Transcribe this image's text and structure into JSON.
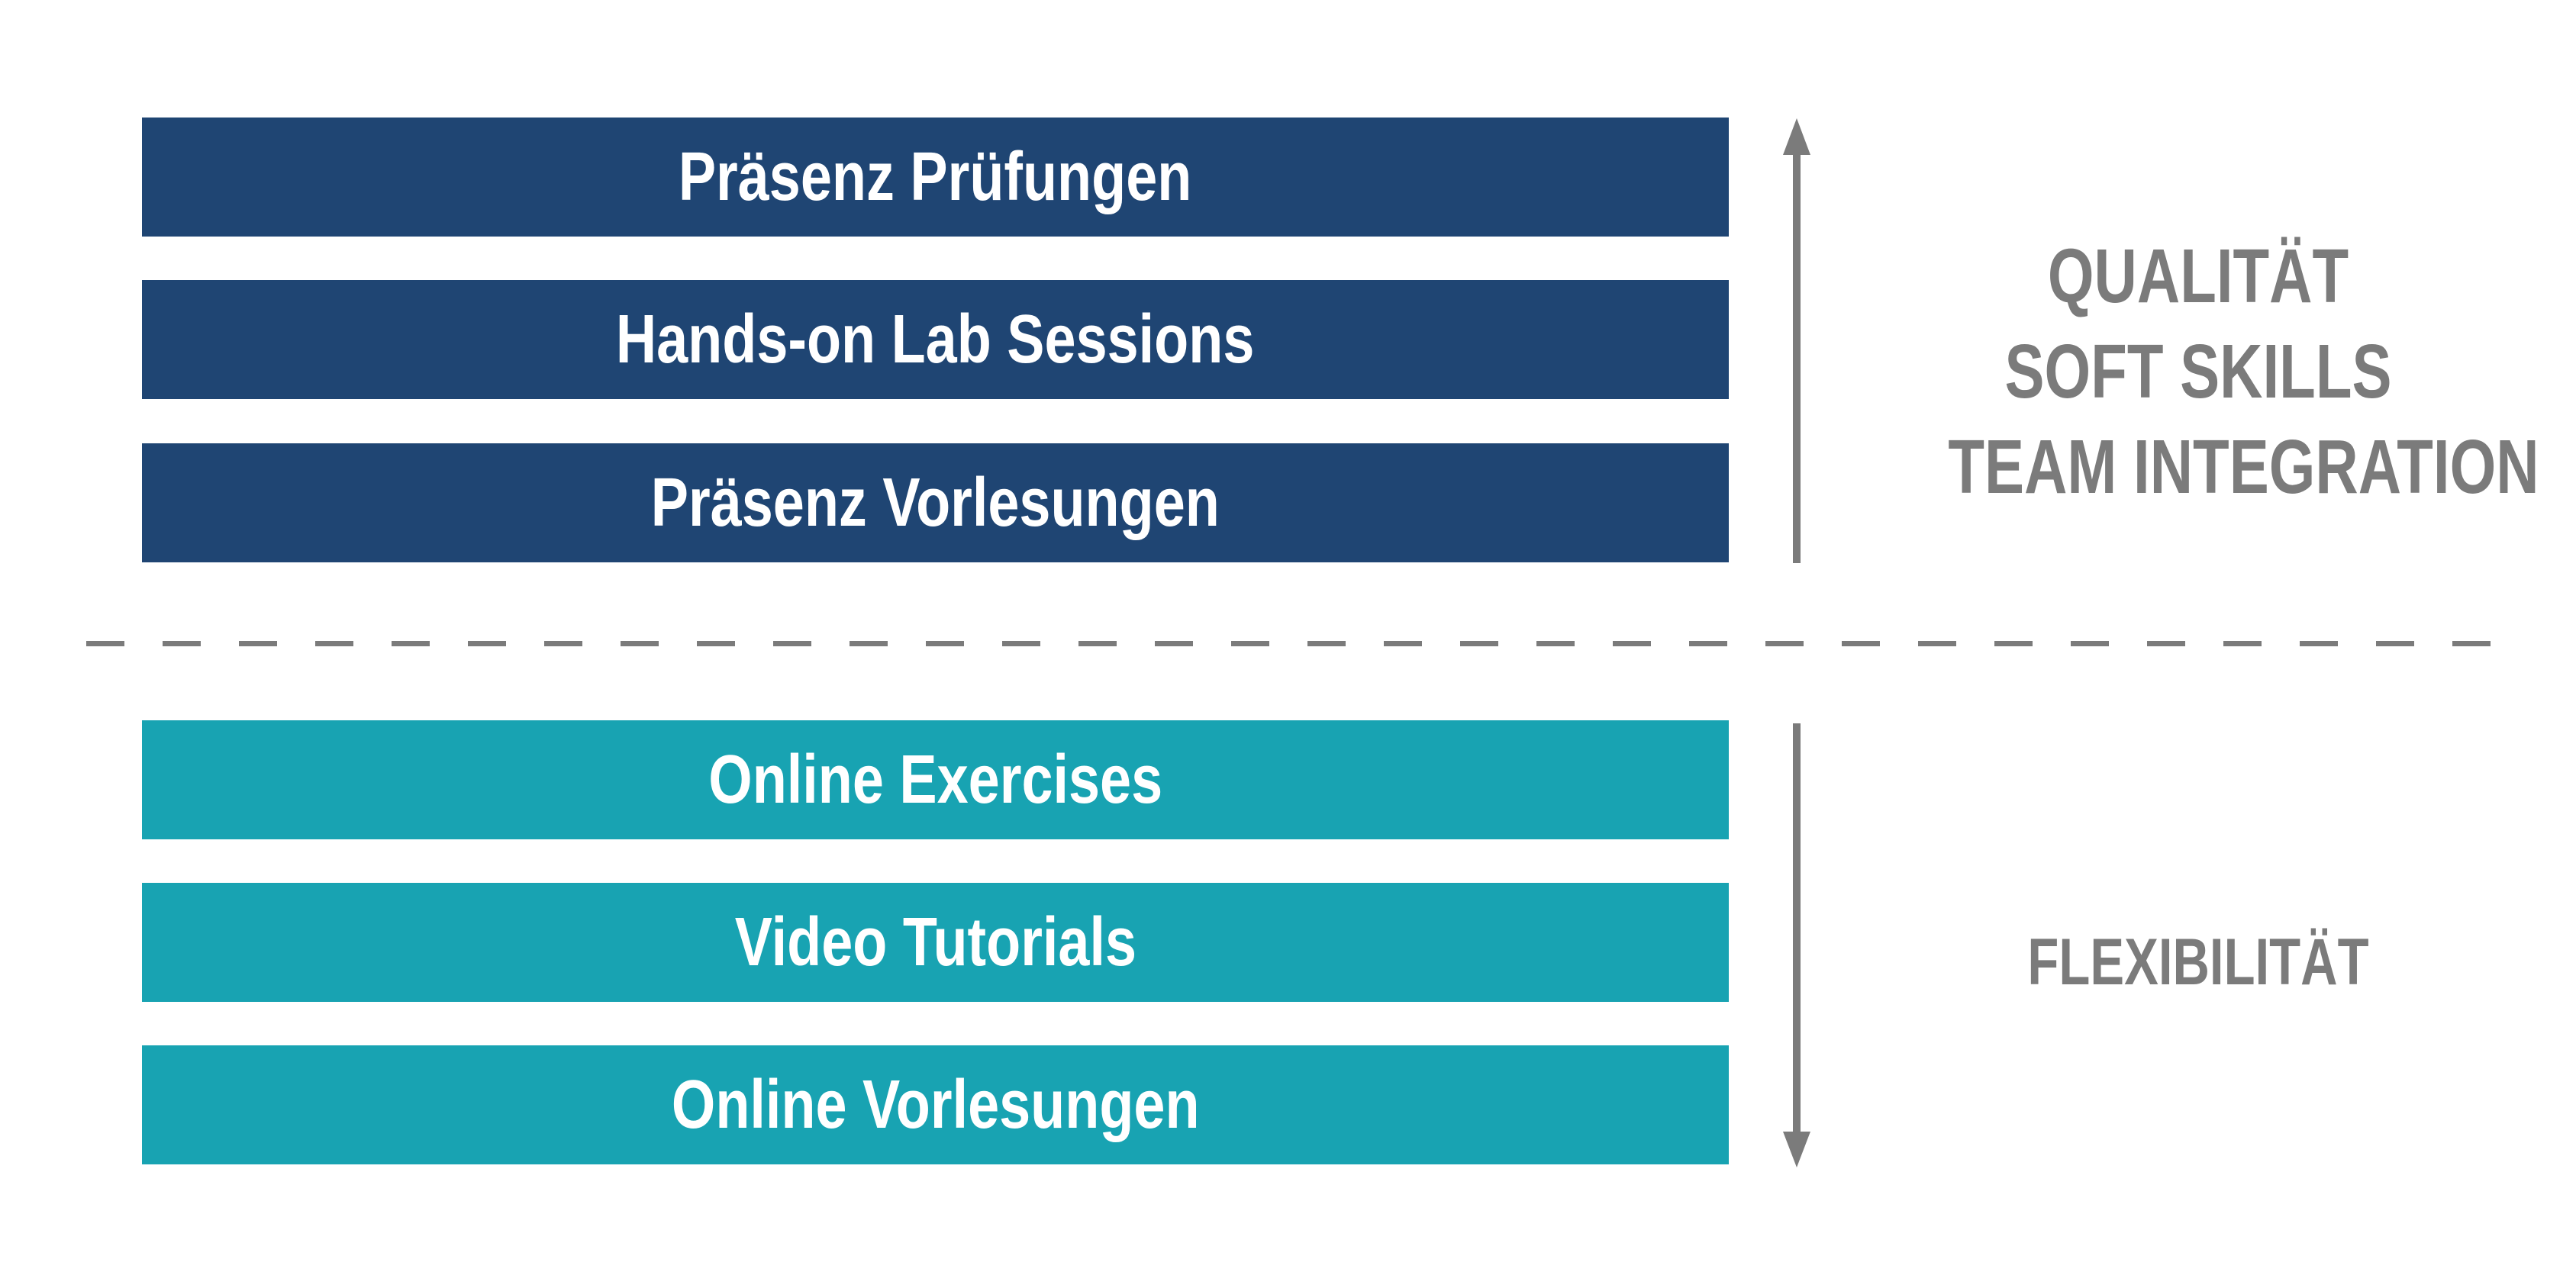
{
  "colors": {
    "background": "#FFFFFF",
    "navy": "#1F4573",
    "teal": "#18A3B2",
    "gray": "#7B7B7B",
    "bar_text": "#FFFFFF"
  },
  "top_section": {
    "bars": [
      {
        "label": "Präsenz Prüfungen"
      },
      {
        "label": "Hands-on Lab Sessions"
      },
      {
        "label": "Präsenz Vorlesungen"
      }
    ],
    "side_label_lines": [
      "QUALITÄT",
      "SOFT SKILLS",
      "TEAM INTEGRATION"
    ]
  },
  "bottom_section": {
    "bars": [
      {
        "label": "Online Exercises"
      },
      {
        "label": "Video Tutorials"
      },
      {
        "label": "Online Vorlesungen"
      }
    ],
    "side_label_lines": [
      "FLEXIBILITÄT"
    ]
  }
}
